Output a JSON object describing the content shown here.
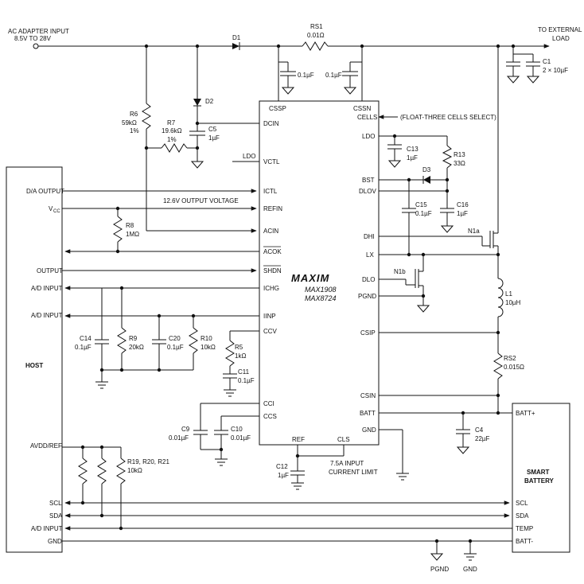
{
  "labels": {
    "ac_input": "AC ADAPTER INPUT",
    "ac_range": "8.5V TO 28V",
    "to_load_1": "TO EXTERNAL",
    "to_load_2": "LOAD",
    "d1": "D1",
    "d2": "D2",
    "d3": "D3",
    "rs1": "RS1",
    "rs1_val": "0.01Ω",
    "cap_0_1uF_a": "0.1µF",
    "cap_0_1uF_b": "0.1µF",
    "c1": "C1",
    "c1_val": "2 × 10µF",
    "r6": "R6",
    "r6_val": "59kΩ",
    "r6_tol": "1%",
    "r7": "R7",
    "r7_val": "19.6kΩ",
    "r7_tol": "1%",
    "c5": "C5",
    "c5_val": "1µF",
    "ldo_ext": "LDO",
    "cells_note": "(FLOAT-THREE CELLS SELECT)",
    "c13": "C13",
    "c13_val": "1µF",
    "r13": "R13",
    "r13_val": "33Ω",
    "c15": "C15",
    "c15_val": "0.1µF",
    "c16": "C16",
    "c16_val": "1µF",
    "n1a": "N1a",
    "n1b": "N1b",
    "l1": "L1",
    "l1_val": "10µH",
    "rs2": "RS2",
    "rs2_val": "0.015Ω",
    "c4": "C4",
    "c4_val": "22µF",
    "output_voltage": "12.6V OUTPUT VOLTAGE",
    "r8": "R8",
    "r8_val": "1MΩ",
    "c14": "C14",
    "c14_val": "0.1µF",
    "r9": "R9",
    "r9_val": "20kΩ",
    "c20": "C20",
    "c20_val": "0.1µF",
    "r10": "R10",
    "r10_val": "10kΩ",
    "r5": "R5",
    "r5_val": "1kΩ",
    "c11": "C11",
    "c11_val": "0.1µF",
    "c9": "C9",
    "c9_val": "0.01µF",
    "c10": "C10",
    "c10_val": "0.01µF",
    "c12": "C12",
    "c12_val": "1µF",
    "cls_note_1": "7.5A INPUT",
    "cls_note_2": "CURRENT LIMIT",
    "r19": "R19, R20, R21",
    "r19_val": "10kΩ",
    "pgnd": "PGND",
    "gnd": "GND"
  },
  "ic": {
    "logo": "MAXIM",
    "part1": "MAX1908",
    "part2": "MAX8724",
    "pins_left": [
      "DCIN",
      "VCTL",
      "ICTL",
      "REFIN",
      "ACIN",
      "ACOK",
      "SHDN",
      "ICHG",
      "IINP",
      "CCV",
      "CCI",
      "CCS"
    ],
    "pins_right": [
      "CELLS",
      "LDO",
      "BST",
      "DLOV",
      "DHI",
      "LX",
      "DLO",
      "PGND",
      "CSIP",
      "CSIN",
      "BATT",
      "GND"
    ],
    "pins_top": [
      "CSSP",
      "CSSN"
    ],
    "pins_bottom": [
      "REF",
      "CLS"
    ]
  },
  "host": {
    "title": "HOST",
    "signals": [
      "D/A OUTPUT",
      "V",
      "OUTPUT",
      "A/D INPUT",
      "A/D INPUT",
      "AVDD/REF",
      "SCL",
      "SDA",
      "A/D INPUT",
      "GND"
    ],
    "vcc_sub": "CC"
  },
  "battery": {
    "title_1": "SMART",
    "title_2": "BATTERY",
    "pins": [
      "BATT+",
      "SCL",
      "SDA",
      "TEMP",
      "BATT-"
    ]
  }
}
